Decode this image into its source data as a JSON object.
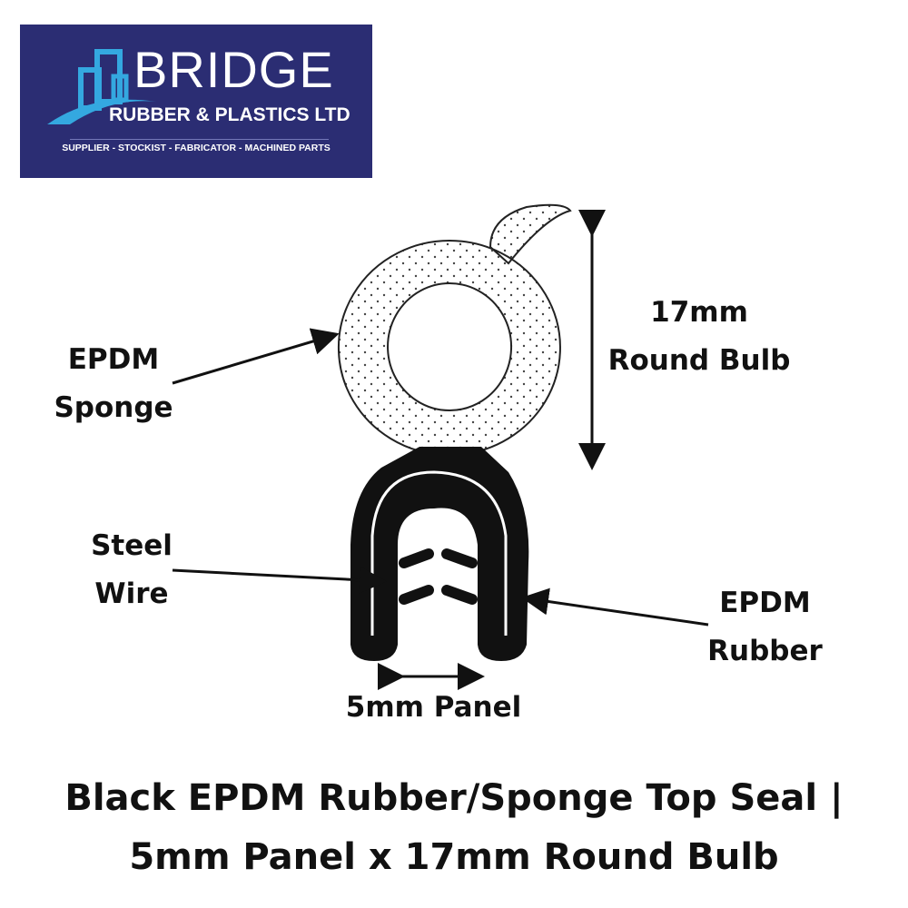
{
  "logo": {
    "brand": "BRIDGE",
    "subtitle": "RUBBER & PLASTICS LTD",
    "tagline": "SUPPLIER - STOCKIST - FABRICATOR - MACHINED PARTS",
    "background_color": "#2b2d73",
    "accent_color": "#34a8e0"
  },
  "labels": {
    "sponge": [
      "EPDM",
      "Sponge"
    ],
    "bulb": [
      "17mm",
      "Round Bulb"
    ],
    "wire": [
      "Steel",
      "Wire"
    ],
    "rubber": [
      "EPDM",
      "Rubber"
    ],
    "panel": "5mm Panel"
  },
  "title": {
    "line1": "Black EPDM Rubber/Sponge Top Seal |",
    "line2": "5mm Panel x 17mm Round Bulb"
  }
}
